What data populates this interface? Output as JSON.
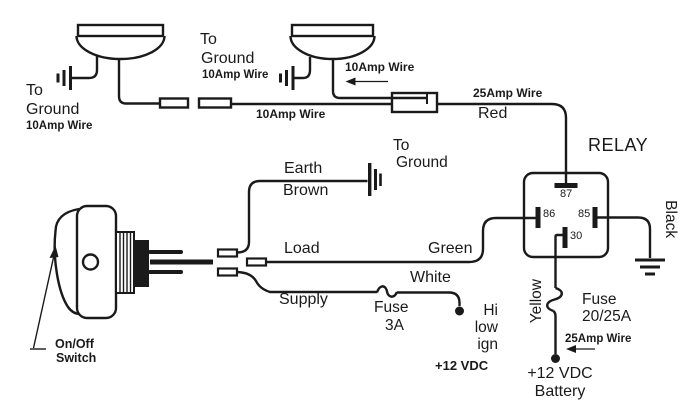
{
  "relay": {
    "title": "RELAY",
    "pin_87": "87",
    "pin_86": "86",
    "pin_85": "85",
    "pin_30": "30",
    "ground_wire_color": "Black"
  },
  "lamp_left": {
    "ground_line1": "To",
    "ground_line2": "Ground",
    "ground_wire_gauge": "10Amp Wire"
  },
  "lamp_right": {
    "ground_line1": "To",
    "ground_line2": "Ground",
    "ground_wire_gauge": "10Amp Wire",
    "feed_wire_gauge": "10Amp Wire"
  },
  "feed": {
    "lamp_wire_gauge": "10Amp Wire",
    "relay_wire_gauge": "25Amp Wire",
    "relay_wire_color": "Red"
  },
  "switch": {
    "label_line1": "On/Off",
    "label_line2": "Switch"
  },
  "earth": {
    "name": "Earth",
    "color": "Brown",
    "ground_line1": "To",
    "ground_line2": "Ground"
  },
  "load": {
    "name": "Load",
    "color": "Green"
  },
  "supply": {
    "name": "Supply",
    "color": "White",
    "fuse_line1": "Fuse",
    "fuse_line2": "3A",
    "source_line1": "Hi",
    "source_line2": "low",
    "source_line3": "ign",
    "source_voltage": "+12 VDC"
  },
  "battery": {
    "wire_color": "Yellow",
    "fuse_line1": "Fuse",
    "fuse_line2": "20/25A",
    "wire_gauge": "25Amp Wire",
    "voltage": "+12 VDC",
    "name": "Battery"
  },
  "colors": {
    "line": "#1a1a1a",
    "background": "#ffffff"
  }
}
